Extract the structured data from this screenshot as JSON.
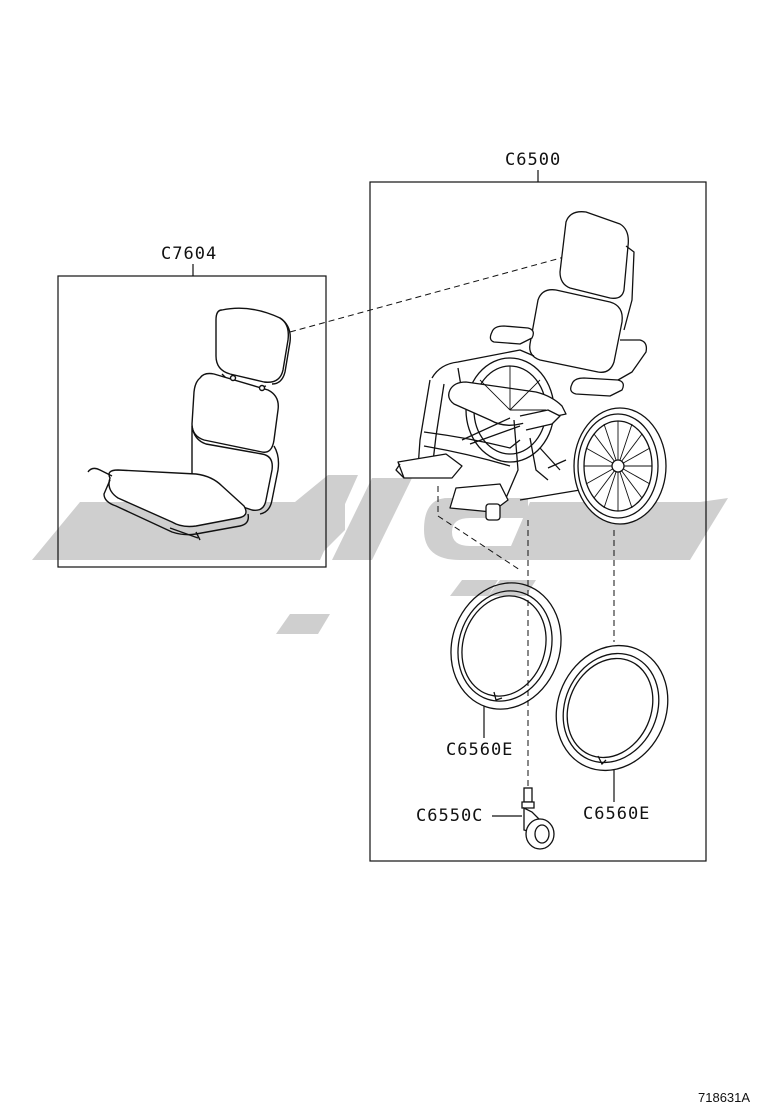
{
  "diagram": {
    "labels": {
      "seat_group": "C7604",
      "wheelchair_group": "C6500",
      "wheel_left": "C6560E",
      "wheel_right": "C6560E",
      "caster": "C6550C"
    },
    "figure_number": "718631A",
    "colors": {
      "line": "#111111",
      "watermark": "#cfcfcf"
    }
  }
}
